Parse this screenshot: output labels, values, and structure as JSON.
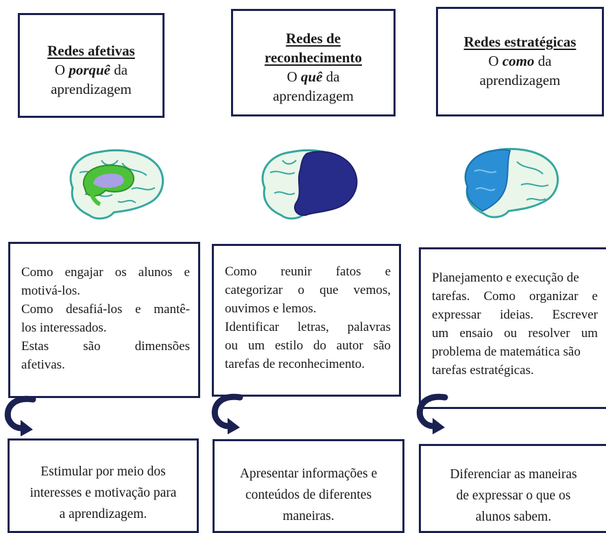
{
  "columns": [
    {
      "title": "Redes afetivas",
      "subtitle_pre": "O ",
      "subtitle_em": "porquê",
      "subtitle_post": " da",
      "subtitle_line2": "aprendizagem",
      "description": [
        "Como engajar os alunos e",
        "motivá-los.",
        "Como desafiá-los e mantê-",
        "los interessados.",
        "Estas são dimensões",
        "afetivas."
      ],
      "outcome": [
        "Estimular por meio dos",
        "interesses e motivação para",
        "a aprendizagem."
      ],
      "brain_color": "#5ec43c"
    },
    {
      "title_line1": "Redes de",
      "title_line2": "reconhecimento",
      "subtitle_pre": "O ",
      "subtitle_em": "quê",
      "subtitle_post": " da",
      "subtitle_line2": "aprendizagem",
      "description": [
        "Como reunir fatos e",
        "categorizar o que vemos,",
        "ouvimos e lemos.",
        "Identificar letras, palavras",
        "ou um estilo do autor são",
        "tarefas de reconhecimento."
      ],
      "outcome": [
        "Apresentar informações e",
        "conteúdos de diferentes",
        "maneiras."
      ],
      "brain_color": "#2a2a8c"
    },
    {
      "title": "Redes estratégicas",
      "subtitle_pre": "O ",
      "subtitle_em": "como",
      "subtitle_post": " da",
      "subtitle_line2": "aprendizagem",
      "description": [
        "Planejamento e execução de",
        "tarefas. Como organizar e",
        "expressar ideias. Escrever",
        "um ensaio ou resolver um",
        "problema de matemática são",
        "tarefas estratégicas."
      ],
      "outcome": [
        "Diferenciar as maneiras",
        "de expressar o que os",
        "alunos sabem."
      ],
      "brain_color": "#2b8fd6"
    }
  ],
  "colors": {
    "border": "#1b2150",
    "arrow": "#1b2150"
  },
  "icons": [
    "brain-icon",
    "curved-arrow-icon"
  ]
}
